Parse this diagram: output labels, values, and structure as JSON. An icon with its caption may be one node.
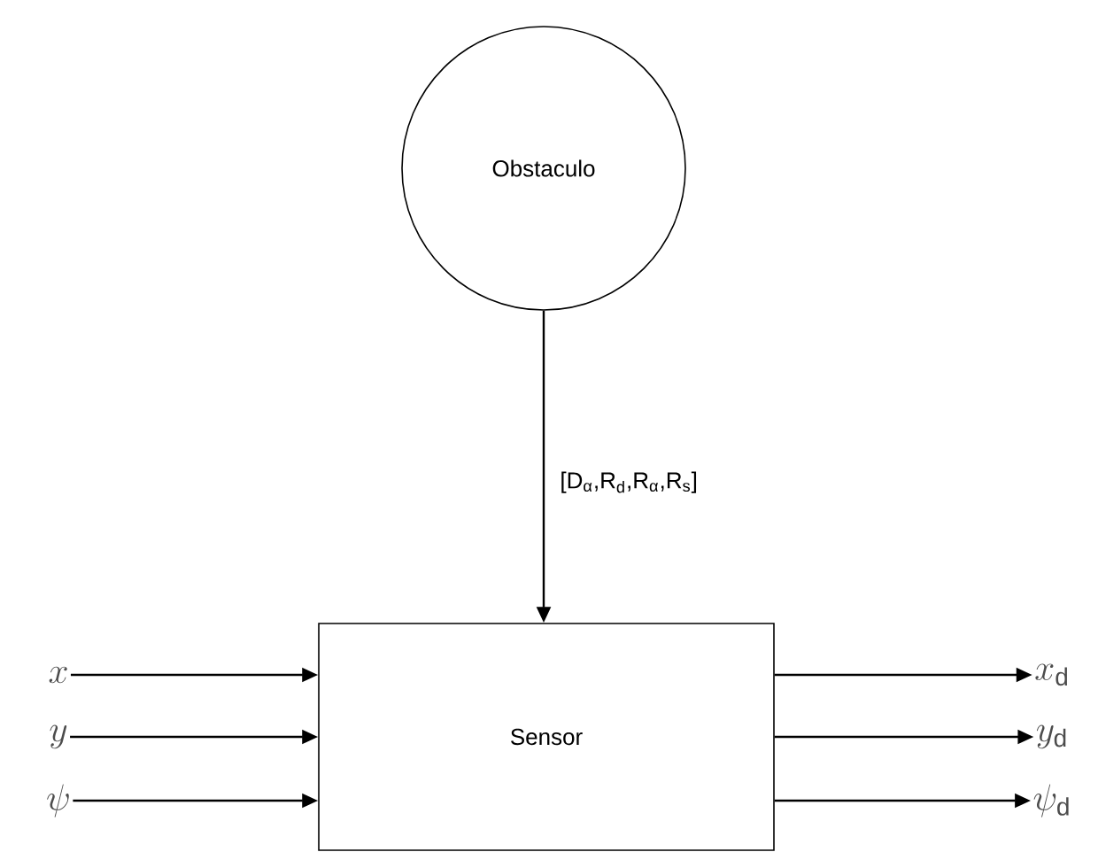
{
  "diagram": {
    "nodes": [
      {
        "text": [
          "Obstaculo"
        ]
      },
      {
        "text": [
          "Sensor"
        ]
      },
      {
        "text": [
          "x"
        ]
      },
      {
        "text": [
          "y"
        ]
      },
      {
        "text": [
          "\\psi"
        ]
      },
      {
        "text": [
          "x_{\\mathrm{d}}"
        ]
      },
      {
        "text": [
          "y_{\\mathrm{d}}"
        ]
      },
      {
        "text": [
          "\\psi_{\\mathrm{d}}"
        ]
      }
    ],
    "edges": [
      {
        "from": 0,
        "to": 1,
        "arrow": "to",
        "label": "[D$_{α}$,R$_{d}$,R$_{α}$,R$_{s}$]"
      },
      {
        "from": 2,
        "to": 1,
        "arrow": "to"
      },
      {
        "from": 3,
        "to": 1,
        "arrow": "to"
      },
      {
        "from": 4,
        "to": 1,
        "arrow": "to"
      },
      {
        "from": 1,
        "to": 5,
        "arrow": "to"
      },
      {
        "from": 1,
        "to": 6,
        "arrow": "to"
      },
      {
        "from": 1,
        "to": 7,
        "arrow": "to"
      }
    ]
  }
}
